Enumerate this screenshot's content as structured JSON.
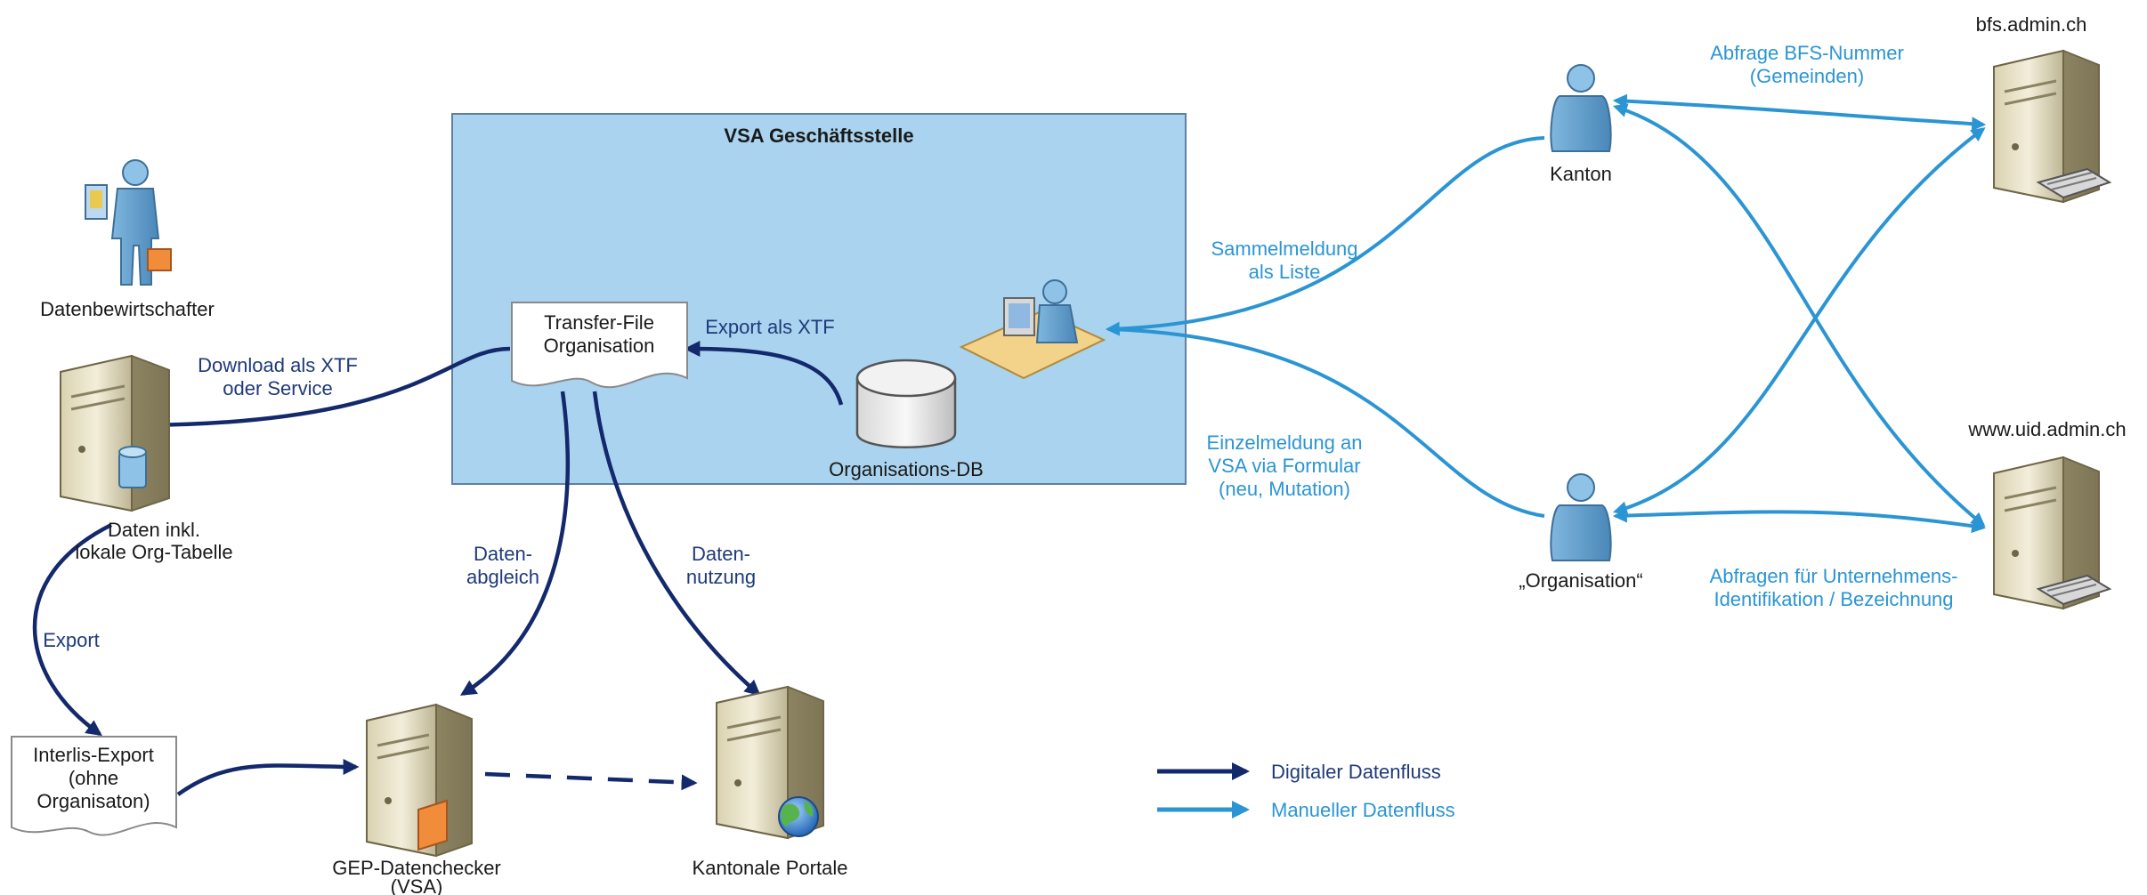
{
  "office": {
    "title": "VSA Geschäftsstelle"
  },
  "nodes": {
    "datenbewirtschafter": "Datenbewirtschafter",
    "daten_lokal": [
      "Daten inkl.",
      "lokale Org-Tabelle"
    ],
    "transfer_file": [
      "Transfer-File",
      "Organisation"
    ],
    "organisations_db": "Organisations-DB",
    "interlis_export": [
      "Interlis-Export",
      "(ohne",
      "Organisaton)"
    ],
    "gep_datenchecker": [
      "GEP-Datenchecker",
      "(VSA)"
    ],
    "kantonale_portale": "Kantonale Portale",
    "kanton": "Kanton",
    "organisation": "„Organisation“",
    "bfs_server": "bfs.admin.ch",
    "uid_server": "www.uid.admin.ch"
  },
  "flows": {
    "download": [
      "Download als XTF",
      "oder Service"
    ],
    "export_xtf": "Export als XTF",
    "export": "Export",
    "datenabgleich": [
      "Daten-",
      "abgleich"
    ],
    "datennutzung": [
      "Daten-",
      "nutzung"
    ],
    "sammelmeldung": [
      "Sammelmeldung",
      "als Liste"
    ],
    "einzelmeldung": [
      "Einzelmeldung an",
      "VSA via Formular",
      "(neu, Mutation)"
    ],
    "abfrage_bfs": [
      "Abfrage BFS-Nummer",
      "(Gemeinden)"
    ],
    "abfragen_uid": [
      "Abfragen für Unternehmens-",
      "Identifikation / Bezeichnung"
    ]
  },
  "legend": {
    "digital": "Digitaler Datenfluss",
    "manual": "Manueller Datenfluss"
  },
  "colors": {
    "digital_flow": "#13296b",
    "manual_flow": "#2b95d4",
    "office_fill": "#a9d3ee",
    "office_border": "#5f7fa6"
  }
}
